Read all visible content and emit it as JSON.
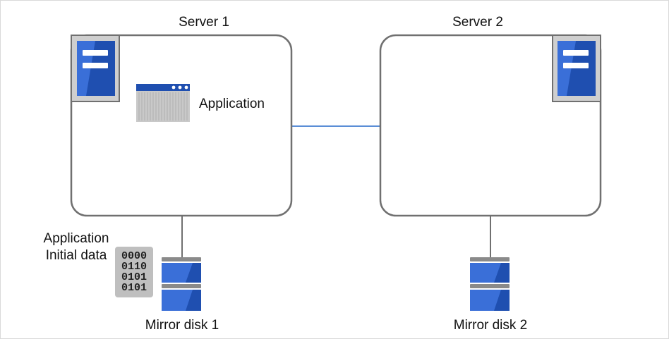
{
  "servers": [
    {
      "label": "Server 1"
    },
    {
      "label": "Server 2"
    }
  ],
  "application_label": "Application",
  "data_label_line1": "Application",
  "data_label_line2": "Initial data",
  "data_bits": [
    "0000",
    "0110",
    "0101",
    "0101"
  ],
  "disks": [
    {
      "label": "Mirror disk 1"
    },
    {
      "label": "Mirror disk 2"
    }
  ],
  "colors": {
    "server_box_border": "#707070",
    "network_line": "#5b8ed6",
    "server_icon_blue": "#1f4fb0",
    "server_icon_bg": "#c8c8c8",
    "disk_blue": "#2a5cc0",
    "disk_gray": "#8a8a8a"
  }
}
